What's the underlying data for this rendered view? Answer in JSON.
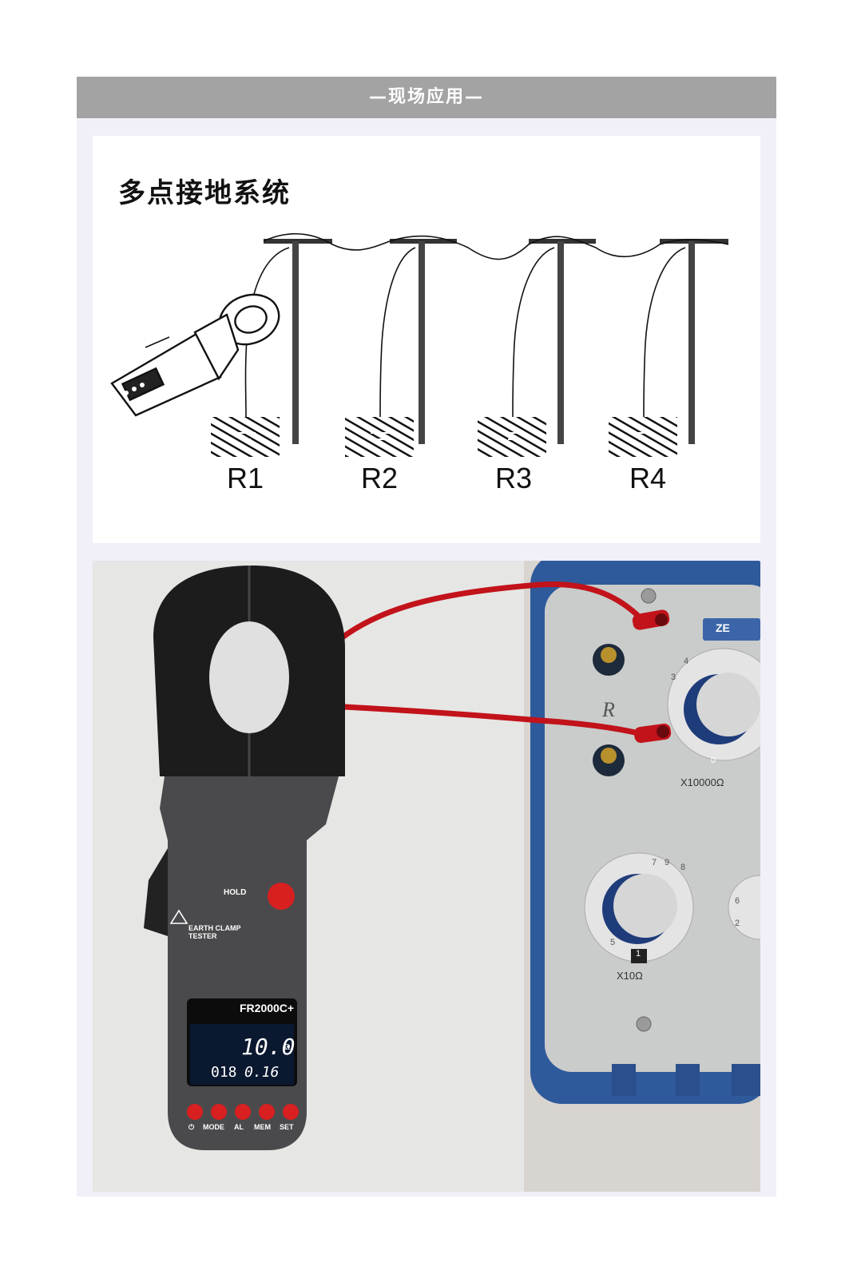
{
  "header": {
    "title": "—现场应用—"
  },
  "diagram": {
    "title": "多点接地系统",
    "labels": [
      "R1",
      "R2",
      "R3",
      "R4"
    ]
  },
  "tester": {
    "hold": "HOLD",
    "name_line1": "EARTH CLAMP",
    "name_line2": "TESTER",
    "model": "FR2000C+",
    "reading_main": "10.0",
    "reading_unit": "Ω",
    "reading_index": "018",
    "reading_current": "0.16",
    "buttons": [
      "⏻",
      "MODE",
      "AL",
      "MEM",
      "SET"
    ]
  },
  "box": {
    "r_label": "R",
    "scale_top": "X10000Ω",
    "scale_bottom": "X10Ω",
    "label_tab": "ZE",
    "dial_numbers": [
      "0",
      "1",
      "2",
      "3",
      "4",
      "5",
      "6",
      "7",
      "8",
      "9"
    ]
  },
  "colors": {
    "header_bg": "#a3a3a3",
    "panel_bg": "#f1eff8",
    "lead_red": "#c2121a",
    "button_red": "#d82020",
    "box_blue": "#2e5a9c"
  }
}
